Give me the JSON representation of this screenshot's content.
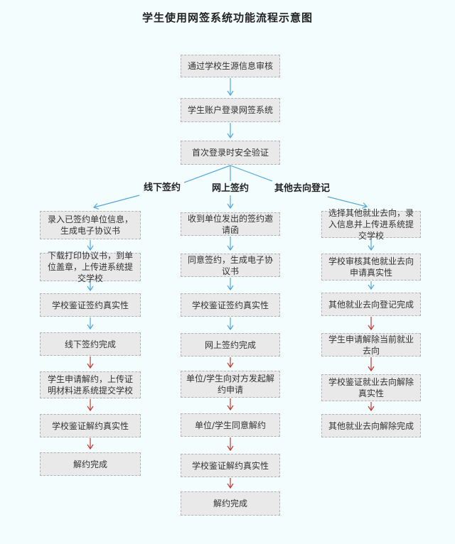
{
  "title": "学生使用网签系统功能流程示意图",
  "colors": {
    "background": "#f3fdfe",
    "box_fill": "#e9e9e9",
    "box_border": "#b3b3b3",
    "text": "#333333",
    "arrow_sign_flow": "#54a7da",
    "arrow_terminate_flow": "#c03b31"
  },
  "flow": {
    "top_steps": [
      "通过学校生源信息审核",
      "学生账户登录网签系统",
      "首次登录时安全验证"
    ],
    "branches": [
      {
        "label": "线下签约",
        "steps": [
          "录入已签约单位信息，生成电子协议书",
          "下载打印协议书，到单位盖章，上传进系统提交学校",
          "学校鉴证签约真实性",
          "线下签约完成",
          "学生申请解约，上传证明材料进系统提交学校",
          "学校鉴证解约真实性",
          "解约完成"
        ],
        "arrow_colors": [
          "blue",
          "blue",
          "blue",
          "red",
          "red",
          "red"
        ]
      },
      {
        "label": "网上签约",
        "steps": [
          "收到单位发出的签约邀请函",
          "同意签约，生成电子协议书",
          "学校鉴证签约真实性",
          "网上签约完成",
          "单位/学生向对方发起解约申请",
          "单位/学生同意解约",
          "学校鉴证解约真实性",
          "解约完成"
        ],
        "arrow_colors": [
          "blue",
          "blue",
          "blue",
          "red",
          "red",
          "red",
          "red"
        ]
      },
      {
        "label": "其他去向登记",
        "steps": [
          "选择其他就业去向，录入信息并上传进系统提交学校",
          "学校审核其他就业去向申请真实性",
          "其他就业去向登记完成",
          "学生申请解除当前就业去向",
          "学校鉴证就业去向解除真实性",
          "其他就业去向解除完成"
        ],
        "arrow_colors": [
          "blue",
          "blue",
          "red",
          "red",
          "red"
        ]
      }
    ]
  }
}
